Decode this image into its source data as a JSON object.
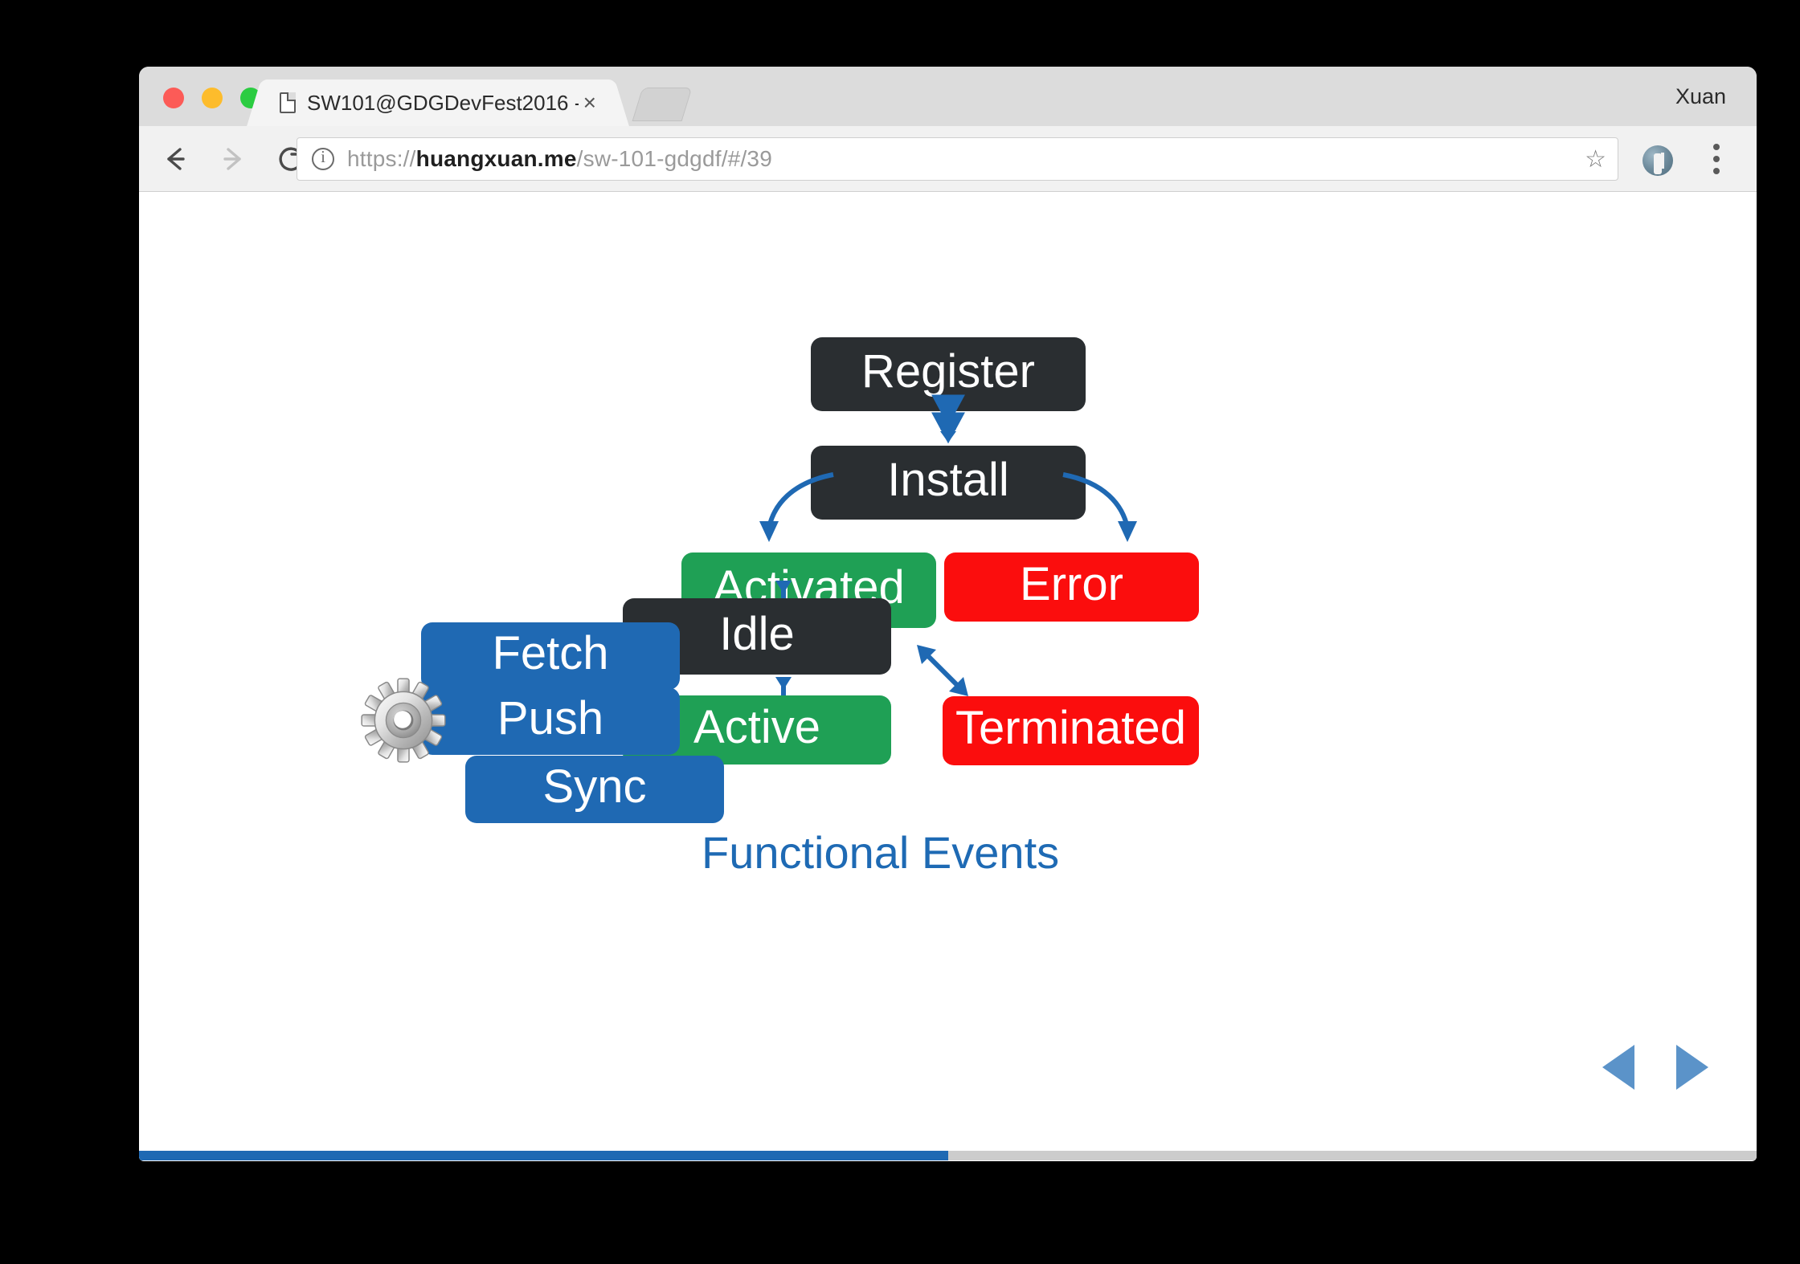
{
  "window": {
    "traffic_lights": [
      "close",
      "minimize",
      "maximize"
    ],
    "profile_name": "Xuan"
  },
  "tab": {
    "title": "SW101@GDGDevFest2016 - ",
    "title_dim": "(",
    "close_label": "×",
    "favicon": "page-icon",
    "new_tab_label": ""
  },
  "toolbar": {
    "back_label": "←",
    "forward_label": "→",
    "reload_label": "⟳",
    "site_info_icon": "info-icon",
    "url_scheme": "https://",
    "url_host": "huangxuan.me",
    "url_path": "/sw-101-gdgdf/#/39",
    "bookmark_label": "☆",
    "menu_label": "kebab-menu"
  },
  "slide": {
    "caption": "Functional Events",
    "progress_percent": 50,
    "prev_label": "previous-slide",
    "next_label": "next-slide",
    "gear_icon": "gear-icon",
    "nodes": [
      {
        "id": "register",
        "label": "Register",
        "kind": "state",
        "color": "#2a2e31"
      },
      {
        "id": "install",
        "label": "Install",
        "kind": "state",
        "color": "#2a2e31"
      },
      {
        "id": "activated",
        "label": "Activated",
        "kind": "state",
        "color": "#1fa055"
      },
      {
        "id": "error",
        "label": "Error",
        "kind": "state",
        "color": "#fb0d0d"
      },
      {
        "id": "idle",
        "label": "Idle",
        "kind": "state",
        "color": "#2a2e31"
      },
      {
        "id": "active",
        "label": "Active",
        "kind": "state",
        "color": "#1fa055"
      },
      {
        "id": "terminated",
        "label": "Terminated",
        "kind": "state",
        "color": "#fb0d0d"
      },
      {
        "id": "fetch",
        "label": "Fetch",
        "kind": "event",
        "color": "#1f69b3"
      },
      {
        "id": "push",
        "label": "Push",
        "kind": "event",
        "color": "#1f69b3"
      },
      {
        "id": "sync",
        "label": "Sync",
        "kind": "event",
        "color": "#1f69b3"
      }
    ],
    "edges": [
      {
        "from": "register",
        "to": "install",
        "style": "double-vertical"
      },
      {
        "from": "install",
        "to": "activated",
        "style": "curved-down-left"
      },
      {
        "from": "install",
        "to": "error",
        "style": "curved-down-right"
      },
      {
        "from": "activated",
        "to": "idle",
        "style": "double-vertical"
      },
      {
        "from": "idle",
        "to": "active",
        "style": "double-vertical"
      },
      {
        "from": "active",
        "to": "terminated",
        "style": "double-diagonal"
      }
    ],
    "arrow_color": "#1f69b3"
  }
}
